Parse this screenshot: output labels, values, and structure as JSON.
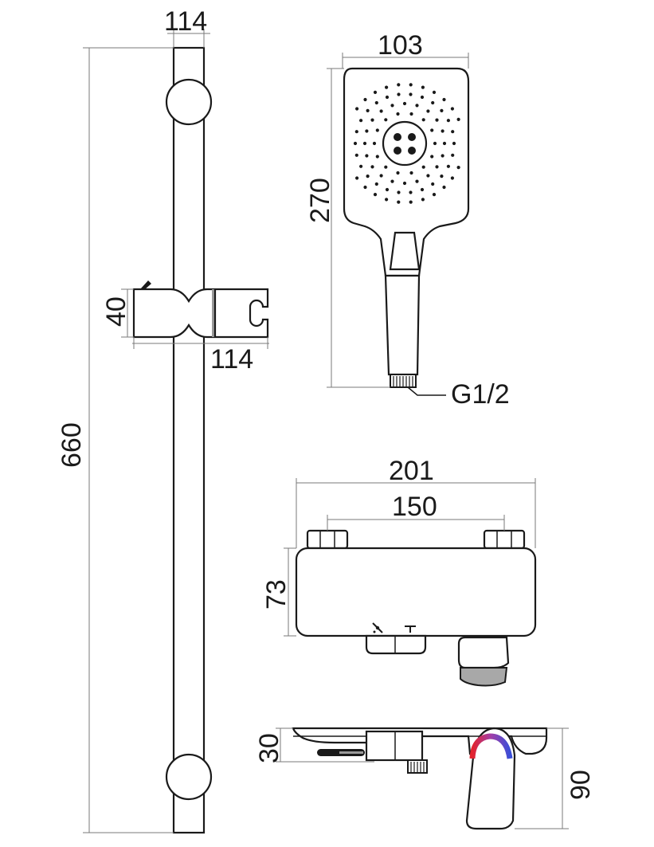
{
  "dimensions": {
    "rail_top_width": "114",
    "rail_height": "660",
    "holder_height": "40",
    "holder_width": "114",
    "head_width": "103",
    "head_height": "270",
    "thread": "G1/2",
    "mixer_width": "201",
    "mixer_centers": "150",
    "mixer_height": "73",
    "mixer_depth": "30",
    "spout_depth": "90"
  },
  "colors": {
    "line": "#1a1a1a",
    "dimension_line": "#7a7a7a",
    "hot": "#e3232d",
    "cold": "#3a4fd8",
    "mid": "#a13ea8"
  }
}
